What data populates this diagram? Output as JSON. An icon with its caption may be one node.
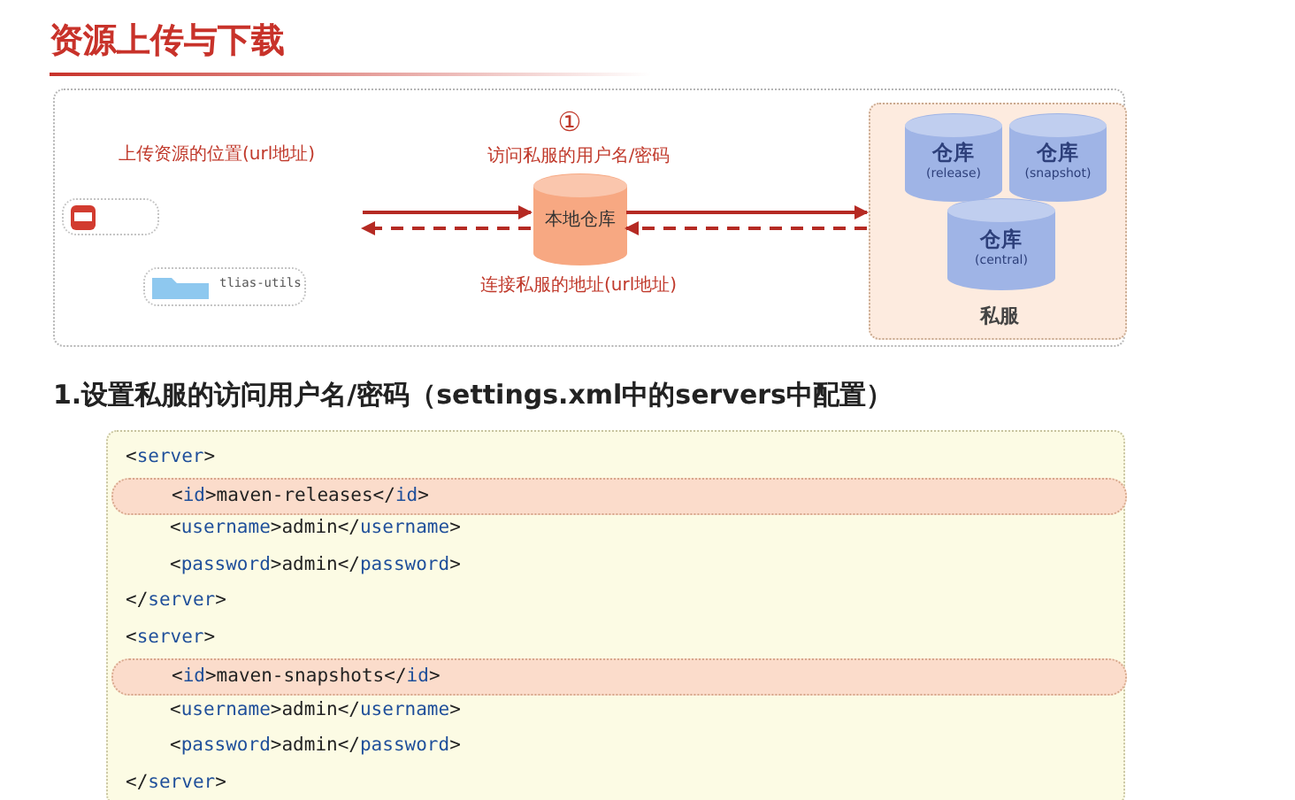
{
  "diagram": {
    "title": "资源上传与下载",
    "nodes": [
      {
        "text": [],
        "shape": "box"
      },
      {
        "text": [
          "本地仓库"
        ],
        "in": 0,
        "beside": [
          "访问私服的用户名/密码",
          "连接私服的地址(url地址)"
        ]
      },
      {
        "text": [
          "私服"
        ],
        "in": 0
      },
      {
        "text": [
          "仓库",
          "(release)"
        ],
        "in": 2
      },
      {
        "text": [
          "仓库",
          "(snapshot)"
        ],
        "in": 2
      },
      {
        "text": [
          "仓库",
          "(central)"
        ],
        "in": 2
      },
      {
        "text": [],
        "shape": "box",
        "in": 0
      },
      {
        "text": [
          "tlias-utils"
        ],
        "in": 0
      },
      {
        "text": [
          "<server>",
          "<username>admin</username>",
          "<password>admin</password>",
          "</server>",
          "<server>",
          "<username>admin</username>",
          "<password>admin</password>",
          "</server>"
        ]
      },
      {
        "text": [
          "<id>maven-releases</id>"
        ],
        "in": 8
      },
      {
        "text": [
          "<id>maven-snapshots</id>"
        ],
        "in": 8
      }
    ],
    "edges": [
      {
        "from": null,
        "to": 1,
        "arrow": "to"
      },
      {
        "from": 1,
        "to": null,
        "arrow": "to",
        "style": "dashed"
      },
      {
        "from": 1,
        "to": 2,
        "arrow": "to"
      },
      {
        "from": 2,
        "to": 1,
        "arrow": "to",
        "style": "dashed"
      }
    ],
    "labels": [
      "上传资源的位置(url地址)",
      "①",
      "1.设置私服的访问用户名/密码（settings.xml中的servers中配置）"
    ]
  }
}
